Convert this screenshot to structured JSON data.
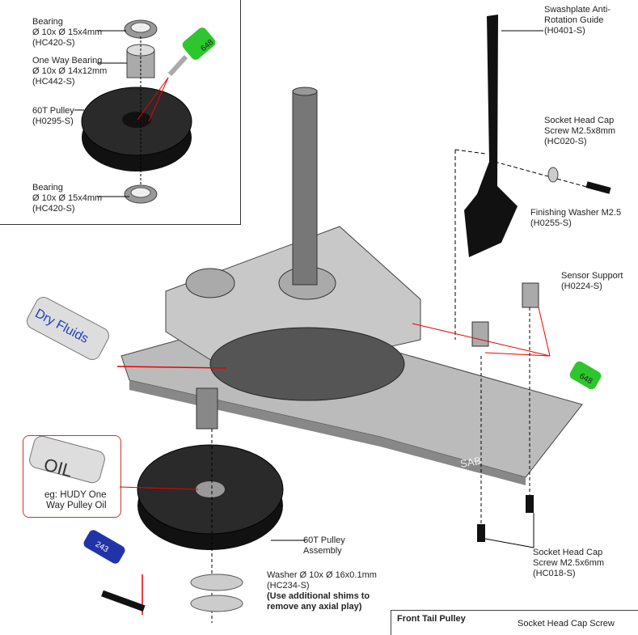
{
  "inset": {
    "bearing_top": [
      "Bearing",
      "Ø 10x Ø 15x4mm",
      "(HC420-S)"
    ],
    "one_way": [
      "One Way Bearing",
      "Ø 10x Ø 14x12mm",
      "(HC442-S)"
    ],
    "pulley": [
      "60T Pulley",
      "(H0295-S)"
    ],
    "bearing_bottom": [
      "Bearing",
      "Ø 10x Ø 15x4mm",
      "(HC420-S)"
    ],
    "glue_label": "648"
  },
  "guide": [
    "Swashplate Anti-",
    "Rotation Guide",
    "(H0401-S)"
  ],
  "screw_top": [
    "Socket Head Cap",
    "Screw M2.5x8mm",
    "(HC020-S)"
  ],
  "washer_finish": [
    "Finishing Washer M2.5",
    "(H0255-S)"
  ],
  "sensor": [
    "Sensor Support",
    "(H0224-S)"
  ],
  "dry_fluids": "Dry Fluids",
  "glue_right": "648",
  "oil": {
    "bottle": "OIL",
    "note": [
      "eg: HUDY One",
      "Way Pulley Oil"
    ]
  },
  "pulley_assembly": [
    "60T Pulley",
    "Assembly"
  ],
  "screw_bottom": [
    "Socket Head Cap",
    "Screw M2.5x6mm",
    "(HC018-S)"
  ],
  "frame_text": "SAB",
  "glue_blue": "243",
  "washer": {
    "line1": "Washer Ø 10x Ø 16x0.1mm",
    "line2": "(HC234-S)",
    "note": [
      "(Use additional shims to",
      "remove any axial play)"
    ]
  },
  "front_tail": {
    "title": "Front Tail Pulley",
    "cut_text": "Socket Head Cap Screw"
  }
}
